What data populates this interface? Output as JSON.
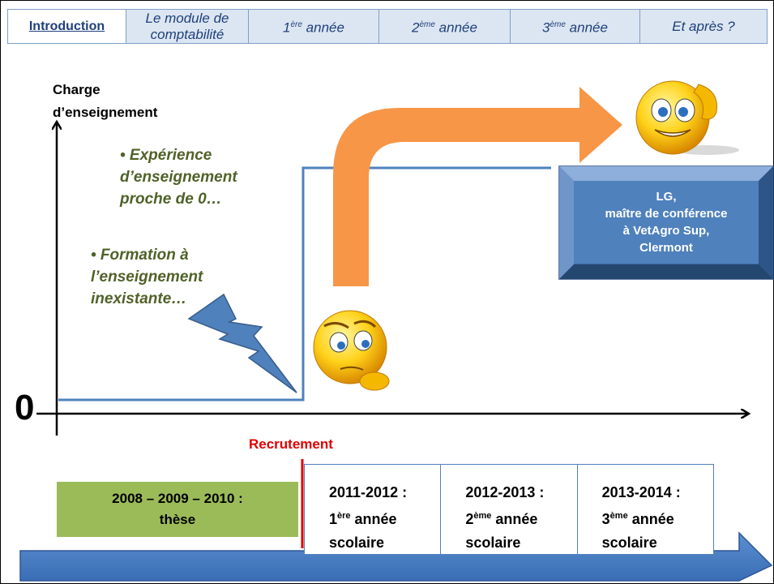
{
  "nav": {
    "intro": "Introduction",
    "module": "Le module de comptabilité",
    "y1_num": "1",
    "y1_sup": "ère",
    "y1_rest": " année",
    "y2_num": "2",
    "y2_sup": "ème",
    "y2_rest": " année",
    "y3_num": "3",
    "y3_sup": "ème",
    "y3_rest": " année",
    "after": "Et après ?"
  },
  "axis": {
    "y_label_1": "Charge",
    "y_label_2": "d’enseignement",
    "zero": "0"
  },
  "bullets": {
    "exp_1": "• Expérience",
    "exp_2": "d’enseignement",
    "exp_3": "proche de 0…",
    "form_1": "• Formation à",
    "form_2": "l’enseignement",
    "form_3": "inexistante…"
  },
  "lg_box": {
    "l1": "LG,",
    "l2": "maître de conférence",
    "l3": "à VetAgro Sup,",
    "l4": "Clermont"
  },
  "recruitment": "Recrutement",
  "thesis": {
    "l1": "2008 – 2009 – 2010  :",
    "l2": "thèse"
  },
  "years": [
    {
      "range": "2011-2012 :",
      "num": "1",
      "sup": "ère",
      "rest": " année",
      "last": "scolaire"
    },
    {
      "range": "2012-2013 :",
      "num": "2",
      "sup": "ème",
      "rest": " année",
      "last": "scolaire"
    },
    {
      "range": "2013-2014 :",
      "num": "3",
      "sup": "ème",
      "rest": " année",
      "last": "scolaire"
    }
  ],
  "colors": {
    "nav_bg": "#dce6f2",
    "curve": "#4f81bd",
    "orange_arrow": "#f79646",
    "thesis_bg": "#9bbb59",
    "red_line": "#e00000",
    "green_text": "#4f6228"
  },
  "icons": [
    "thinking-smiley-icon",
    "saluting-smiley-icon",
    "lightning-bolt-icon"
  ]
}
